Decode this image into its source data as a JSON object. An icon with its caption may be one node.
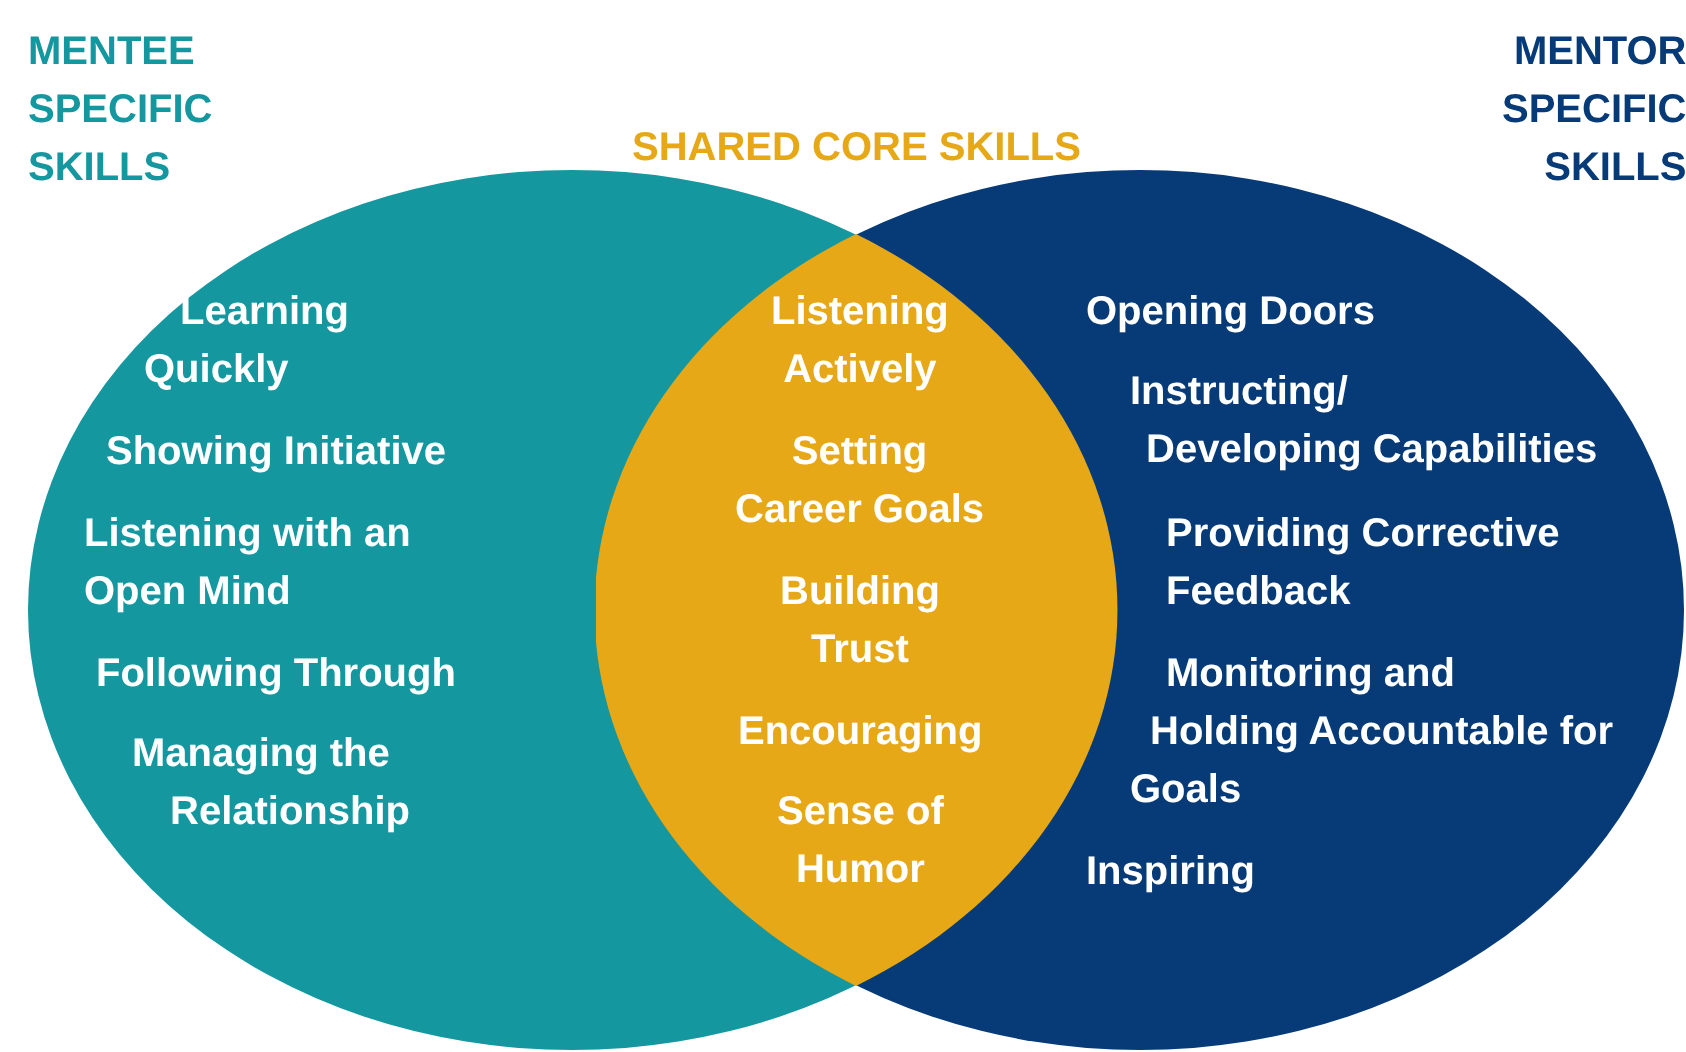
{
  "diagram": {
    "nodes": [
      {
        "text": [
          "MENTEE SPECIFIC SKILLS",
          "Learning Quickly",
          "Showing Initiative",
          "Listening with an Open Mind",
          "Following Through",
          "Managing the Relationship"
        ]
      },
      {
        "text": [
          "SHARED CORE SKILLS",
          "Listening Actively",
          "Setting Career Goals",
          "Building Trust",
          "Encouraging",
          "Sense of Humor"
        ]
      },
      {
        "text": [
          "MENTOR SPECIFIC SKILLS",
          "Opening Doors",
          "Instructing/ Developing Capabilities",
          "Providing Corrective Feedback",
          "Monitoring and Holding Accountable for Goals",
          "Inspiring"
        ]
      }
    ]
  }
}
